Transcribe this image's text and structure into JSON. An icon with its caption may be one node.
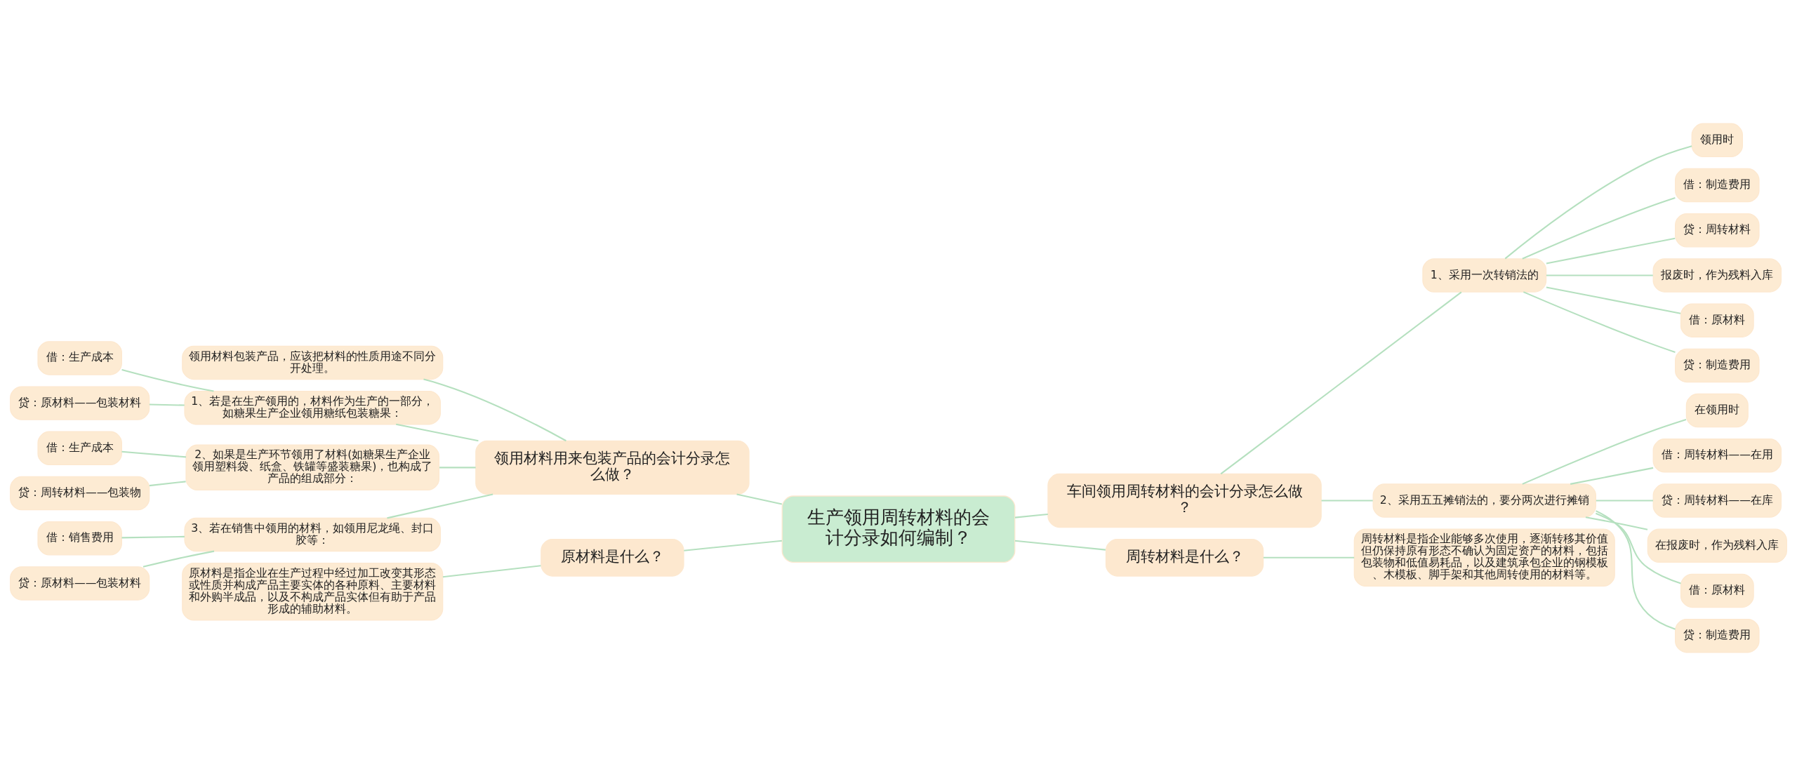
{
  "diagram": {
    "nodes": [
      {
        "text": [
          "生产领用周转材料的会计分录如何编制？"
        ]
      },
      {
        "text": [
          "领用材料用来包装产品的会计分录怎么做？"
        ]
      },
      {
        "text": [
          "领用材料包装产品，应该把材料的性质用途不同分开处理。"
        ]
      },
      {
        "text": [
          "1、若是在生产领用的，材料作为生产的一部分，如糖果生产企业领用糖纸包装糖果："
        ]
      },
      {
        "text": [
          "借：生产成本"
        ]
      },
      {
        "text": [
          "贷：原材料——包装材料"
        ]
      },
      {
        "text": [
          "2、如果是生产环节领用了材料(如糖果生产企业领用塑料袋、纸盒、铁罐等盛装糖果)，也构成了产品的组成部分："
        ]
      },
      {
        "text": [
          "借：生产成本"
        ]
      },
      {
        "text": [
          "贷：周转材料——包装物"
        ]
      },
      {
        "text": [
          "3、若在销售中领用的材料，如领用尼龙绳、封口胶等："
        ]
      },
      {
        "text": [
          "借：销售费用"
        ]
      },
      {
        "text": [
          "贷：原材料——包装材料"
        ]
      },
      {
        "text": [
          "原材料是什么？"
        ]
      },
      {
        "text": [
          "原材料是指企业在生产过程中经过加工改变其形态或性质并构成产品主要实体的各种原料、主要材料和外购半成品，以及不构成产品实体但有助于产品形成的辅助材料。"
        ]
      },
      {
        "text": [
          "车间领用周转材料的会计分录怎么做？"
        ]
      },
      {
        "text": [
          "1、采用一次转销法的"
        ]
      },
      {
        "text": [
          "领用时"
        ]
      },
      {
        "text": [
          "借：制造费用"
        ]
      },
      {
        "text": [
          "贷：周转材料"
        ]
      },
      {
        "text": [
          "报废时，作为残料入库"
        ]
      },
      {
        "text": [
          "借：原材料"
        ]
      },
      {
        "text": [
          "贷：制造费用"
        ]
      },
      {
        "text": [
          "2、采用五五摊销法的，要分两次进行摊销"
        ]
      },
      {
        "text": [
          "在领用时"
        ]
      },
      {
        "text": [
          "借：周转材料——在用"
        ]
      },
      {
        "text": [
          "贷：周转材料——在库"
        ]
      },
      {
        "text": [
          "在报废时，作为残料入库"
        ]
      },
      {
        "text": [
          "借：原材料"
        ]
      },
      {
        "text": [
          "贷：制造费用"
        ]
      },
      {
        "text": [
          "周转材料是什么？"
        ]
      },
      {
        "text": [
          "周转材料是指企业能够多次使用，逐渐转移其价值但仍保持原有形态不确认为固定资产的材料，包括包装物和低值易耗品，以及建筑承包企业的钢模板、木模板、脚手架和其他周转使用的材料等。"
        ]
      }
    ],
    "edges": [
      {
        "from": 0,
        "to": 1,
        "arrow": "none"
      },
      {
        "from": 1,
        "to": 2,
        "arrow": "none"
      },
      {
        "from": 1,
        "to": 3,
        "arrow": "none"
      },
      {
        "from": 3,
        "to": 4,
        "arrow": "none"
      },
      {
        "from": 3,
        "to": 5,
        "arrow": "none"
      },
      {
        "from": 1,
        "to": 6,
        "arrow": "none"
      },
      {
        "from": 6,
        "to": 7,
        "arrow": "none"
      },
      {
        "from": 6,
        "to": 8,
        "arrow": "none"
      },
      {
        "from": 1,
        "to": 9,
        "arrow": "none"
      },
      {
        "from": 9,
        "to": 10,
        "arrow": "none"
      },
      {
        "from": 9,
        "to": 11,
        "arrow": "none"
      },
      {
        "from": 0,
        "to": 12,
        "arrow": "none"
      },
      {
        "from": 12,
        "to": 13,
        "arrow": "none"
      },
      {
        "from": 0,
        "to": 14,
        "arrow": "none"
      },
      {
        "from": 14,
        "to": 15,
        "arrow": "none"
      },
      {
        "from": 15,
        "to": 16,
        "arrow": "none"
      },
      {
        "from": 15,
        "to": 17,
        "arrow": "none"
      },
      {
        "from": 15,
        "to": 18,
        "arrow": "none"
      },
      {
        "from": 15,
        "to": 19,
        "arrow": "none"
      },
      {
        "from": 15,
        "to": 20,
        "arrow": "none"
      },
      {
        "from": 15,
        "to": 21,
        "arrow": "none"
      },
      {
        "from": 14,
        "to": 22,
        "arrow": "none"
      },
      {
        "from": 22,
        "to": 23,
        "arrow": "none"
      },
      {
        "from": 22,
        "to": 24,
        "arrow": "none"
      },
      {
        "from": 22,
        "to": 25,
        "arrow": "none"
      },
      {
        "from": 22,
        "to": 26,
        "arrow": "none"
      },
      {
        "from": 22,
        "to": 27,
        "arrow": "none"
      },
      {
        "from": 22,
        "to": 28,
        "arrow": "none"
      },
      {
        "from": 0,
        "to": 29,
        "arrow": "none"
      },
      {
        "from": 29,
        "to": 30,
        "arrow": "none"
      }
    ]
  }
}
